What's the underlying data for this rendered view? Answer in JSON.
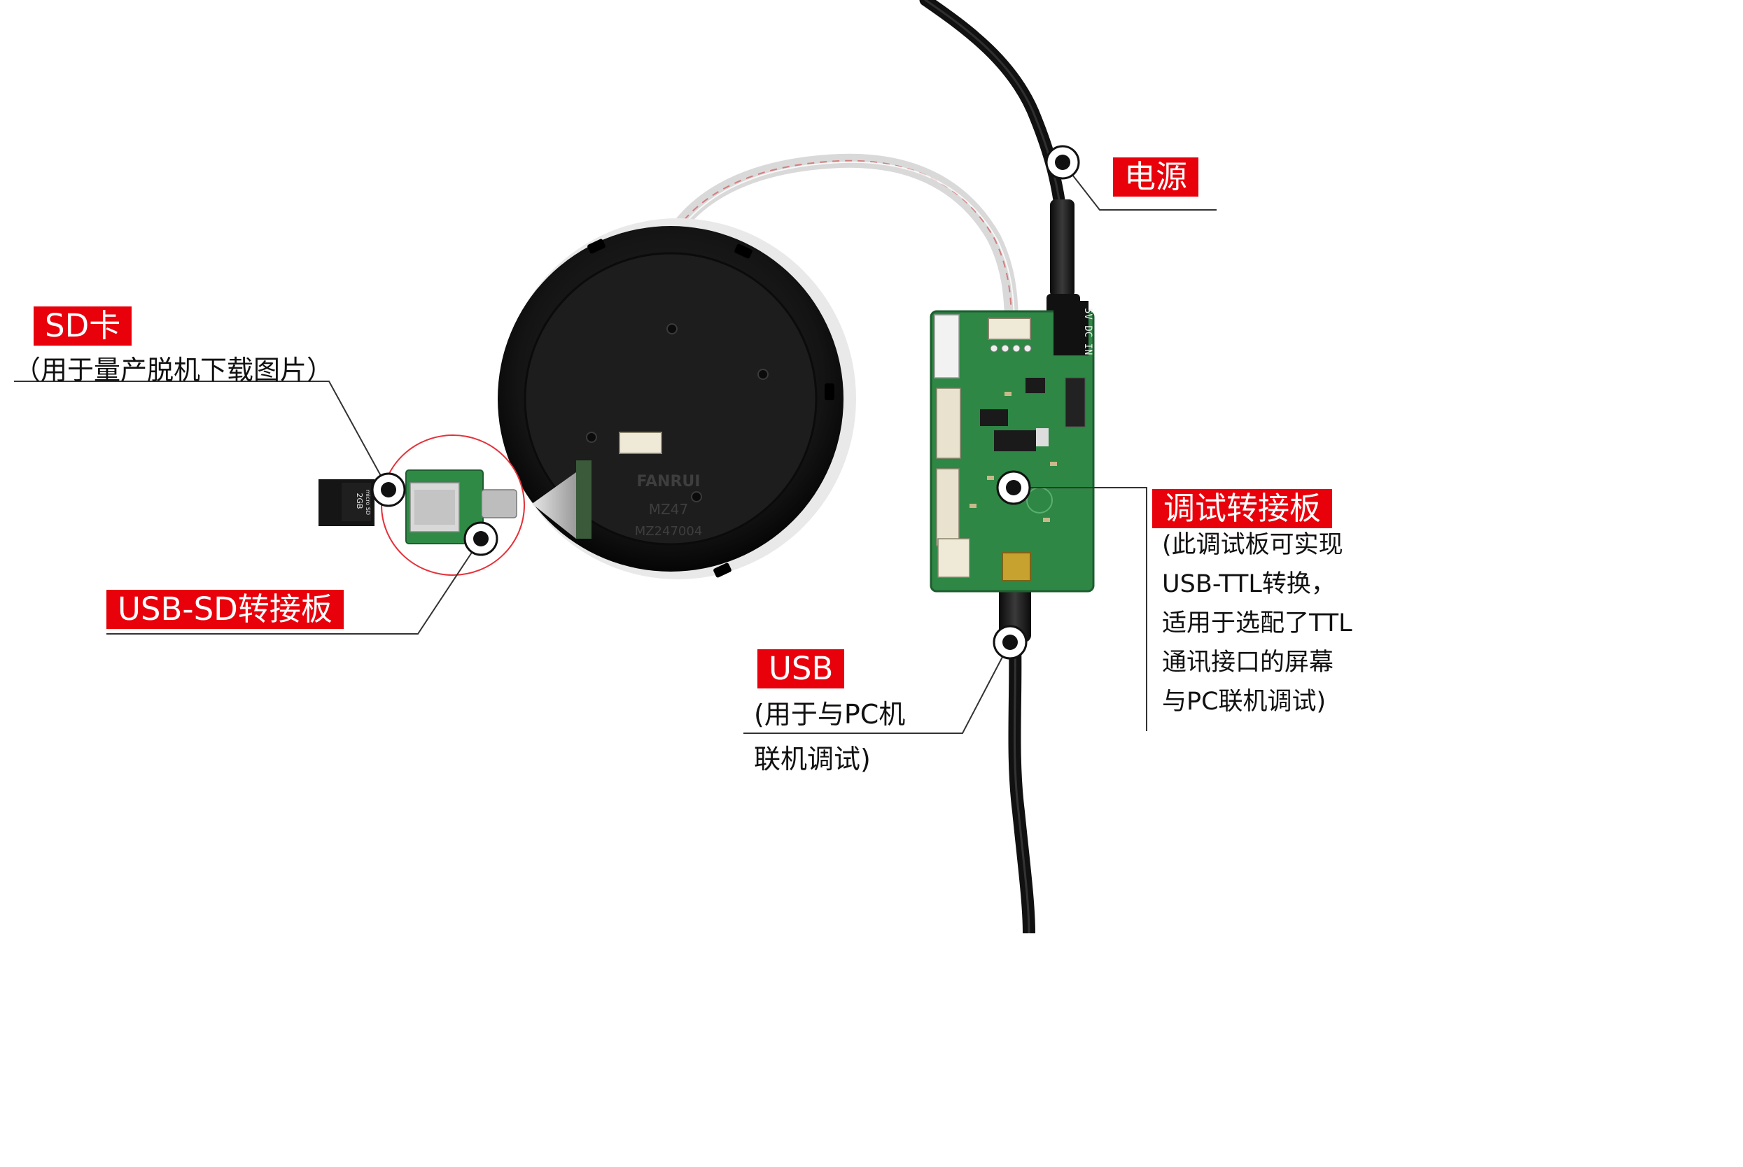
{
  "colors": {
    "accent": "#e8000b",
    "pcb": "#2f8a45",
    "line": "#333333"
  },
  "labels": {
    "sd_card": "SD卡",
    "sd_card_note": "（用于量产脱机下载图片）",
    "usb_sd_board": "USB-SD转接板",
    "power": "电源",
    "debug_board": "调试转接板",
    "debug_board_note_1": "(此调试板可实现",
    "debug_board_note_2": "USB-TTL转换，",
    "debug_board_note_3": "适用于选配了TTL",
    "debug_board_note_4": "通讯接口的屏幕",
    "debug_board_note_5": "与PC联机调试)",
    "usb": "USB",
    "usb_note_1": "(用于与PC机",
    "usb_note_2": "联机调试)"
  },
  "device": {
    "brand": "FANRUI",
    "model": "MZ47",
    "serial": "MZ247004"
  },
  "sd_card_text": {
    "capacity": "2GB",
    "format": "micro SD"
  },
  "pcb_text": {
    "voltage": "5V DC IN"
  },
  "icons": {
    "sd_marker": "target-marker-icon",
    "adapter_marker": "target-marker-icon",
    "power_marker": "target-marker-icon",
    "debug_marker": "target-marker-icon",
    "usb_marker": "target-marker-icon"
  }
}
